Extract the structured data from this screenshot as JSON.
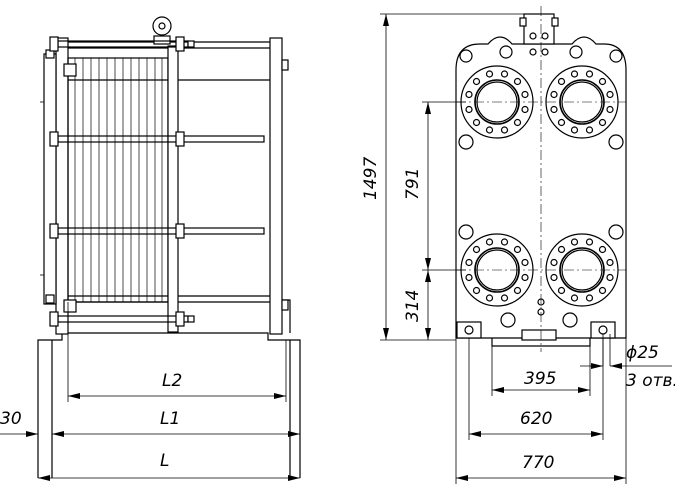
{
  "dimensions": {
    "L2": "L2",
    "L1": "L1",
    "L": "L",
    "offset_30": "30",
    "height_1497": "1497",
    "height_791": "791",
    "height_314": "314",
    "width_395": "395",
    "width_620": "620",
    "width_770": "770",
    "hole_diameter": "ϕ25",
    "hole_count": "3 отв."
  }
}
